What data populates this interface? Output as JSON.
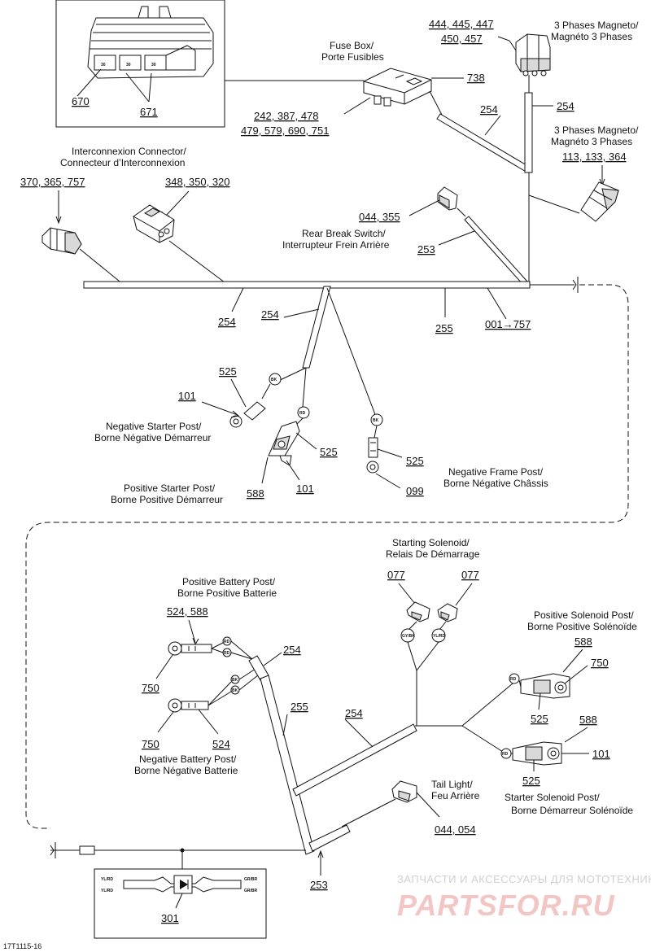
{
  "callouts": {
    "c670": "670",
    "c671": "671",
    "c738": "738",
    "c_fuse_parts": "242, 387, 478",
    "c_fuse_parts2": "479, 579, 690, 751",
    "c_mag_top1": "444, 445, 447",
    "c_mag_top2": "450, 457",
    "c254_a": "254",
    "c254_b": "254",
    "c_mag_side": "113, 133, 364",
    "c_inter": "370, 365, 757",
    "c_348": "348, 350, 320",
    "c_044_355": "044, 355",
    "c253_a": "253",
    "c254_c": "254",
    "c254_d": "254",
    "c255_a": "255",
    "c001_757": "001→757",
    "c525_a": "525",
    "c101_a": "101",
    "c525_b": "525",
    "c588_a": "588",
    "c101_b": "101",
    "c525_c": "525",
    "c099": "099",
    "c077_a": "077",
    "c077_b": "077",
    "c524_588": "524, 588",
    "c254_e": "254",
    "c750_a": "750",
    "c255_b": "255",
    "c254_f": "254",
    "c750_b": "750",
    "c524": "524",
    "c588_b": "588",
    "c750_c": "750",
    "c525_d": "525",
    "c588_c": "588",
    "c101_c": "101",
    "c525_e": "525",
    "c044_054": "044, 054",
    "c253_b": "253",
    "c301": "301"
  },
  "labels": {
    "fuse_box_en": "Fuse Box/",
    "fuse_box_fr": "Porte Fusibles",
    "mag3_top_en": "3 Phases Magneto/",
    "mag3_top_fr": "Magnéto 3 Phases",
    "mag3_side_en": "3 Phases Magneto/",
    "mag3_side_fr": "Magnéto 3 Phases",
    "inter_en": "Interconnexion Connector/",
    "inter_fr": "Connecteur d’Interconnexion",
    "rear_brake_en": "Rear Break Switch/",
    "rear_brake_fr": "Interrupteur Frein Arrière",
    "neg_starter_en": "Negative Starter Post/",
    "neg_starter_fr": "Borne Négative Démarreur",
    "pos_starter_en": "Positive Starter Post/",
    "pos_starter_fr": "Borne Positive Démarreur",
    "neg_frame_en": "Negative Frame Post/",
    "neg_frame_fr": "Borne Négative Châssis",
    "start_sol_en": "Starting Solenoid/",
    "start_sol_fr": "Relais De Démarrage",
    "pos_batt_en": "Positive Battery Post/",
    "pos_batt_fr": "Borne Positive Batterie",
    "neg_batt_en": "Negative Battery Post/",
    "neg_batt_fr": "Borne Négative Batterie",
    "pos_sol_en": "Positive Solenoid Post/",
    "pos_sol_fr": "Borne Positive Solénoïde",
    "starter_sol_en": "Starter Solenoid Post/",
    "starter_sol_fr": "Borne Démarreur Solénoïde",
    "tail_en": "Tail Light/",
    "tail_fr": "Feu Arrière"
  },
  "wire_colors": {
    "bk": "BK",
    "rd": "RD",
    "gy_bk": "GY/BK",
    "yl_rd": "YL/RD"
  },
  "inset_pins": {
    "p1": "30",
    "p2": "30",
    "p3": "30"
  },
  "diode_labels": {
    "l1": "YL/RD",
    "l2": "YL/RD",
    "r1": "GR/BR",
    "r2": "GR/BR"
  },
  "figure_id": "17T1115-16",
  "watermark": {
    "line1": "ЗАПЧАСТИ И АКСЕССУАРЫ ДЛЯ МОТОТЕХНИКИ",
    "line2": "PARTSFOR.RU"
  }
}
